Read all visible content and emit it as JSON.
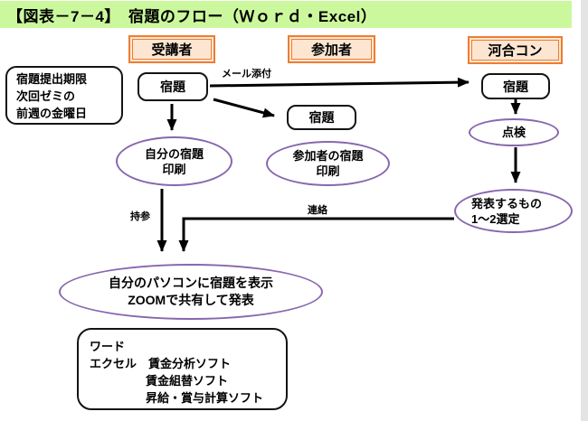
{
  "title": "【図表－7－4】　宿題のフロー（Ｗｏｒｄ・Excel）",
  "colors": {
    "banner_bg": "#ccf89d",
    "header_border": "#ed7d31",
    "header_fill": "#fce6d2",
    "ellipse_border": "#8767ae",
    "line_color": "#000000"
  },
  "headers": {
    "jukousha": "受講者",
    "sankasha": "参加者",
    "kawai": "河合コン"
  },
  "nodes": {
    "deadline": {
      "lines": [
        "宿題提出期限",
        "次回ゼミの",
        "前週の金曜日"
      ]
    },
    "homework_left": "宿題",
    "homework_mid": "宿題",
    "homework_right": "宿題",
    "print_own": {
      "lines": [
        "自分の宿題",
        "印刷"
      ]
    },
    "print_participants": {
      "lines": [
        "参加者の宿題",
        "印刷"
      ]
    },
    "check": "点検",
    "select": {
      "lines": [
        "発表するもの",
        "1～2選定"
      ]
    },
    "present": {
      "lines": [
        "自分のパソコンに宿題を表示",
        "ZOOMで共有して発表"
      ]
    },
    "software": {
      "lines": [
        "ワード",
        "エクセル　賃金分析ソフト",
        "賃金組替ソフト",
        "昇給・賞与計算ソフト"
      ]
    }
  },
  "edge_labels": {
    "mail": "メール添付",
    "jisan": "持参",
    "renraku": "連絡"
  }
}
